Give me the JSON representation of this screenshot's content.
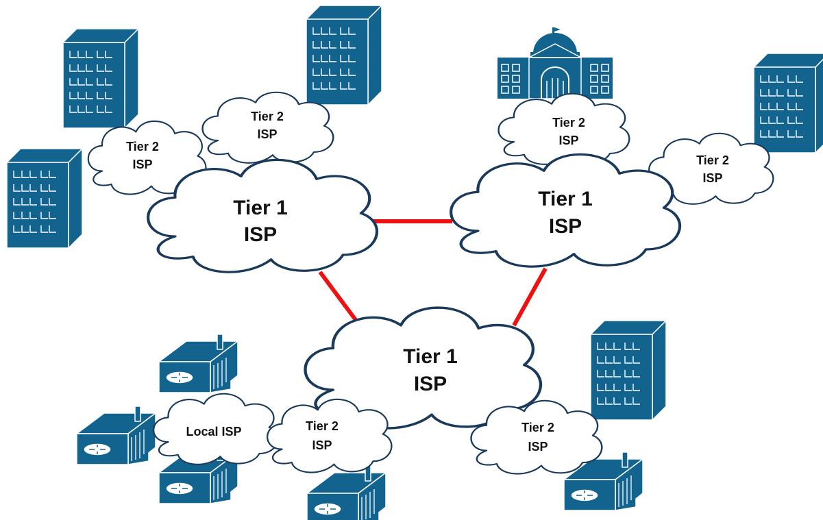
{
  "labels": {
    "tier1_left": [
      "Tier 1",
      "ISP"
    ],
    "tier1_right": [
      "Tier 1",
      "ISP"
    ],
    "tier1_bottom": [
      "Tier 1",
      "ISP"
    ],
    "tier2_top_left": [
      "Tier 2",
      "ISP"
    ],
    "tier2_top_mid": [
      "Tier 2",
      "ISP"
    ],
    "tier2_top_right_a": [
      "Tier 2",
      "ISP"
    ],
    "tier2_top_right_b": [
      "Tier 2",
      "ISP"
    ],
    "tier2_bottom_left": [
      "Tier 2",
      "ISP"
    ],
    "tier2_bottom_right": [
      "Tier 2",
      "ISP"
    ],
    "local_isp": "Local ISP"
  },
  "icons": {
    "enterprise": "office-building-icon",
    "government": "government-building-icon",
    "home": "home-router-icon"
  },
  "colors": {
    "icon_blue": "#12648f",
    "peering_link": "#ee1111",
    "cloud_outline": "#1a3a5c"
  }
}
